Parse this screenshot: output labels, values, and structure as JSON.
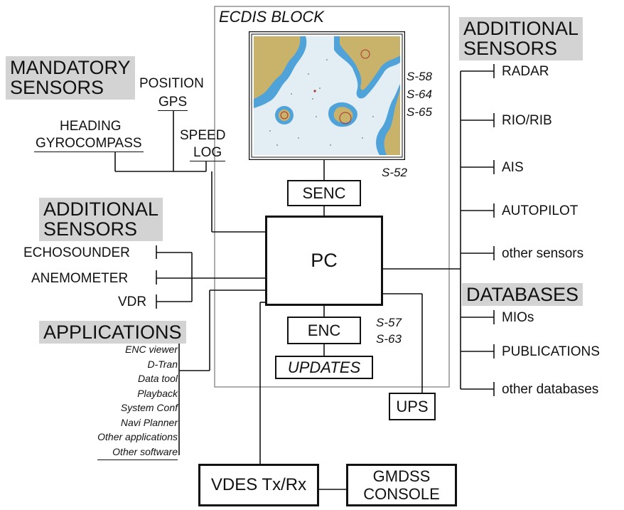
{
  "ecdis": {
    "title": "ECDIS BLOCK",
    "standards_map": [
      "S-58",
      "S-64",
      "S-65"
    ],
    "standard_s52": "S-52",
    "standards_enc": [
      "S-57",
      "S-63"
    ]
  },
  "mandatory": {
    "header": [
      "MANDATORY",
      "SENSORS"
    ],
    "position": [
      "POSITION",
      "GPS"
    ],
    "heading": [
      "HEADING",
      "GYROCOMPASS"
    ],
    "speed": [
      "SPEED",
      "LOG"
    ]
  },
  "left_additional": {
    "header": [
      "ADDITIONAL",
      "SENSORS"
    ],
    "items": [
      "ECHOSOUNDER",
      "ANEMOMETER",
      "VDR"
    ]
  },
  "applications": {
    "header": "APPLICATIONS",
    "items": [
      "ENC viewer",
      "D-Tran",
      "Data tool",
      "Playback",
      "System Conf",
      "Navi Planner",
      "Other applications",
      "Other software"
    ]
  },
  "boxes": {
    "senc": "SENC",
    "pc": "PC",
    "enc": "ENC",
    "updates": "UPDATES",
    "ups": "UPS",
    "vdes": "VDES Tx/Rx",
    "gmdss": [
      "GMDSS",
      "CONSOLE"
    ]
  },
  "right_additional": {
    "header": [
      "ADDITIONAL",
      "SENSORS"
    ],
    "items": [
      "RADAR",
      "RIO/RIB",
      "AIS",
      "AUTOPILOT",
      "other sensors"
    ]
  },
  "databases": {
    "header": "DATABASES",
    "items": [
      "MIOs",
      "PUBLICATIONS",
      "other databases"
    ]
  },
  "colors": {
    "line": "#111111",
    "header_bg": "#d3d3d3",
    "sea": "#e2eef3",
    "shallow": "#4fa3d8",
    "land": "#c9b26a",
    "ecdis_border": "#999999"
  }
}
